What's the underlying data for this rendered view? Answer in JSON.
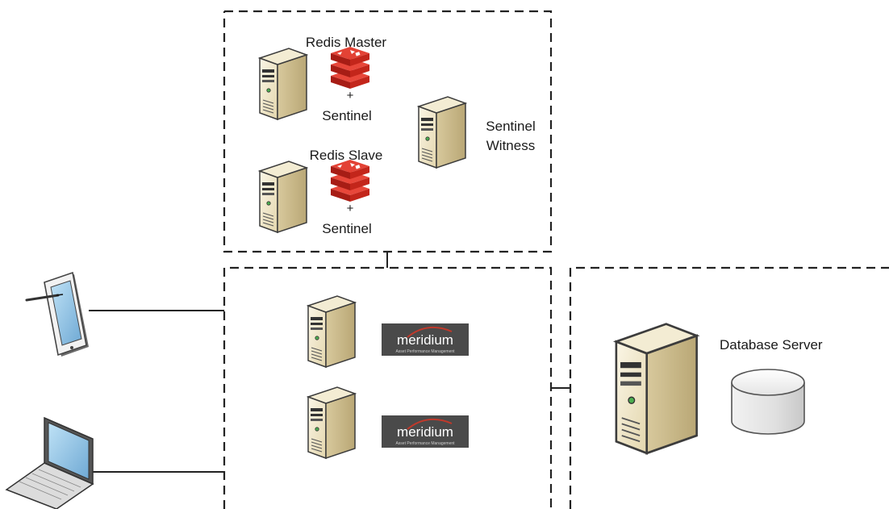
{
  "diagram": {
    "redis_master": {
      "title": "Redis Master",
      "plus": "+",
      "sentinel": "Sentinel"
    },
    "redis_slave": {
      "title": "Redis Slave",
      "plus": "+",
      "sentinel": "Sentinel"
    },
    "sentinel_witness": {
      "line1": "Sentinel",
      "line2": "Witness"
    },
    "app_servers": {
      "logo_text": "meridium",
      "logo_subtext": "Asset Performance Management"
    },
    "database_server": {
      "label": "Database Server"
    },
    "colors": {
      "server_body": "#eee4c6",
      "server_shade": "#c9b98c",
      "redis_red": "#d82c20",
      "logo_bg": "#4a4a4a",
      "dashed_border": "#222222"
    }
  }
}
